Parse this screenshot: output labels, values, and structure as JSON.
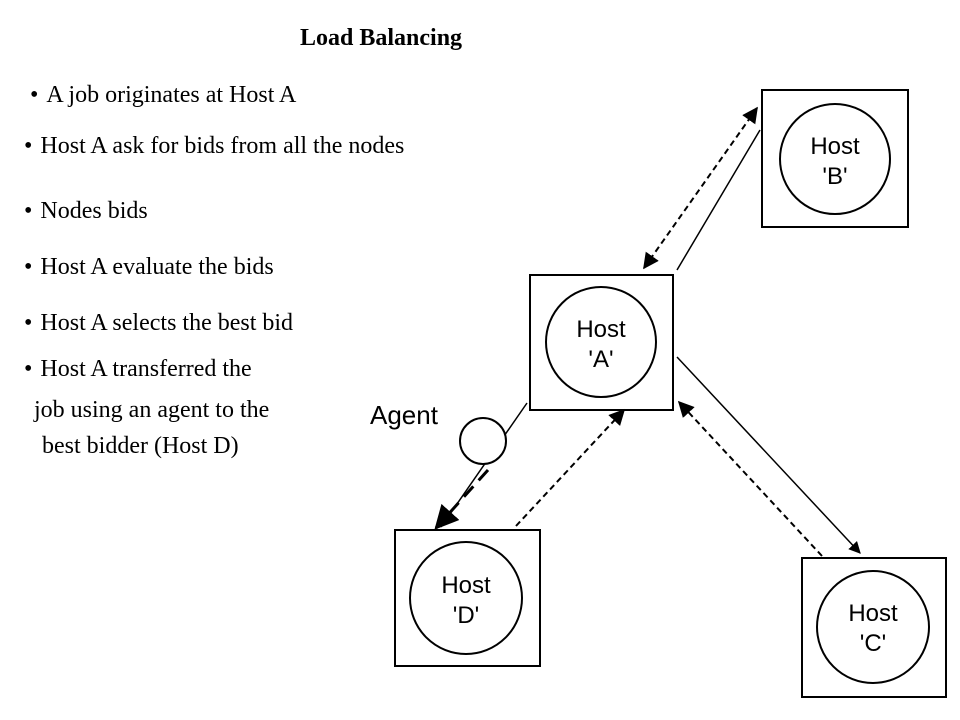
{
  "title": "Load Balancing",
  "bullet_symbol": "•",
  "bullets": [
    "A job originates at Host A",
    "Host A ask for bids from all the nodes",
    "Nodes bids",
    "Host A evaluate the bids",
    "Host A selects the best bid",
    "Host A transferred the"
  ],
  "bullet_cont": [
    "job using an agent to the",
    "best bidder (Host D)"
  ],
  "hosts": {
    "a": {
      "line1": "Host",
      "line2": "'A'"
    },
    "b": {
      "line1": "Host",
      "line2": "'B'"
    },
    "c": {
      "line1": "Host",
      "line2": "'C'"
    },
    "d": {
      "line1": "Host",
      "line2": "'D'"
    }
  },
  "agent_label": "Agent"
}
